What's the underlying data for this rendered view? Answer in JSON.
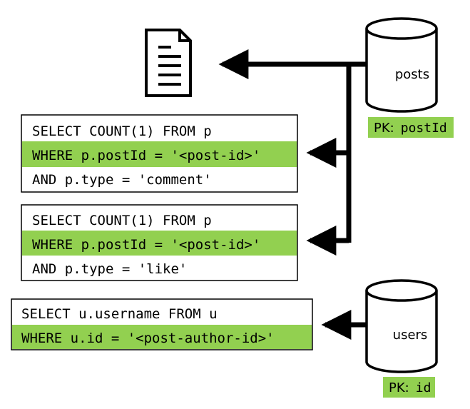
{
  "databases": {
    "posts": {
      "label": "posts",
      "pk_prefix": "PK:",
      "pk_field": "postId"
    },
    "users": {
      "label": "users",
      "pk_prefix": "PK:",
      "pk_field": "id"
    }
  },
  "queries": [
    {
      "lines": [
        "SELECT COUNT(1) FROM p",
        "WHERE p.postId = '<post-id>'",
        "AND p.type = 'comment'"
      ],
      "highlight_line": 2
    },
    {
      "lines": [
        "SELECT COUNT(1) FROM p",
        "WHERE p.postId = '<post-id>'",
        "AND p.type = 'like'"
      ],
      "highlight_line": 2
    },
    {
      "lines": [
        "SELECT u.username FROM u",
        "WHERE u.id = '<post-author-id>'"
      ],
      "highlight_line": 2
    }
  ],
  "colors": {
    "highlight": "#92d050",
    "stroke": "#000000",
    "background": "#ffffff"
  }
}
